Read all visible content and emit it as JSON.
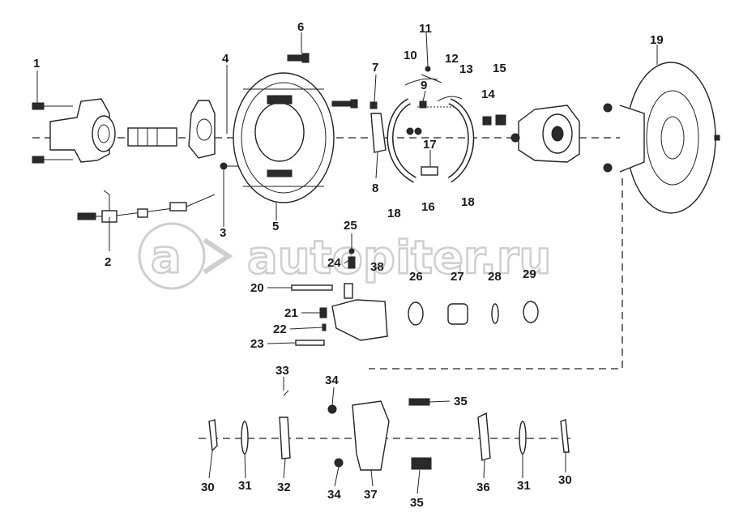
{
  "watermark": {
    "text": "autopiter.ru"
  },
  "callouts": [
    {
      "id": "c1",
      "text": "1"
    },
    {
      "id": "c2",
      "text": "2"
    },
    {
      "id": "c3",
      "text": "3"
    },
    {
      "id": "c4",
      "text": "4"
    },
    {
      "id": "c5",
      "text": "5"
    },
    {
      "id": "c6",
      "text": "6"
    },
    {
      "id": "c7",
      "text": "7"
    },
    {
      "id": "c8",
      "text": "8"
    },
    {
      "id": "c9",
      "text": "9"
    },
    {
      "id": "c10",
      "text": "10"
    },
    {
      "id": "c11",
      "text": "11"
    },
    {
      "id": "c12",
      "text": "12"
    },
    {
      "id": "c13",
      "text": "13"
    },
    {
      "id": "c14",
      "text": "14"
    },
    {
      "id": "c15",
      "text": "15"
    },
    {
      "id": "c16",
      "text": "16"
    },
    {
      "id": "c17",
      "text": "17"
    },
    {
      "id": "c18a",
      "text": "18"
    },
    {
      "id": "c18b",
      "text": "18"
    },
    {
      "id": "c19",
      "text": "19"
    },
    {
      "id": "c20",
      "text": "20"
    },
    {
      "id": "c21",
      "text": "21"
    },
    {
      "id": "c22",
      "text": "22"
    },
    {
      "id": "c23",
      "text": "23"
    },
    {
      "id": "c24",
      "text": "24"
    },
    {
      "id": "c25",
      "text": "25"
    },
    {
      "id": "c26",
      "text": "26"
    },
    {
      "id": "c27",
      "text": "27"
    },
    {
      "id": "c28",
      "text": "28"
    },
    {
      "id": "c29",
      "text": "29"
    },
    {
      "id": "c30a",
      "text": "30"
    },
    {
      "id": "c30b",
      "text": "30"
    },
    {
      "id": "c31a",
      "text": "31"
    },
    {
      "id": "c31b",
      "text": "31"
    },
    {
      "id": "c32",
      "text": "32"
    },
    {
      "id": "c33",
      "text": "33"
    },
    {
      "id": "c34a",
      "text": "34"
    },
    {
      "id": "c34b",
      "text": "34"
    },
    {
      "id": "c35a",
      "text": "35"
    },
    {
      "id": "c35b",
      "text": "35"
    },
    {
      "id": "c36",
      "text": "36"
    },
    {
      "id": "c37",
      "text": "37"
    },
    {
      "id": "c38",
      "text": "38"
    }
  ]
}
